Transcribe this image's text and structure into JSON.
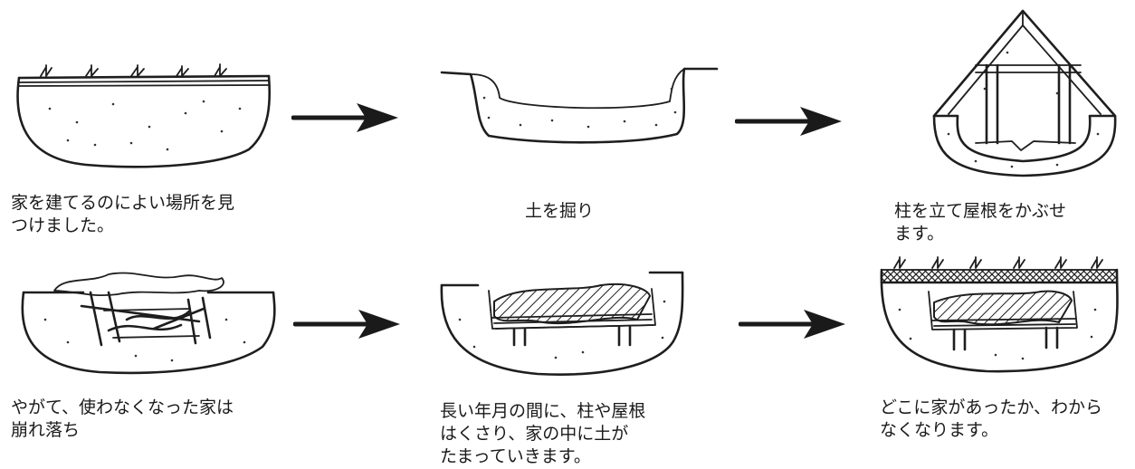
{
  "steps": [
    {
      "caption_lines": [
        "家を建てるのによい場所を見",
        "つけました。"
      ]
    },
    {
      "caption_lines": [
        "土を掘り"
      ]
    },
    {
      "caption_lines": [
        "柱を立て屋根をかぶせ",
        "ます。"
      ]
    },
    {
      "caption_lines": [
        "やがて、使わなくなった家は",
        "崩れ落ち"
      ]
    },
    {
      "caption_lines": [
        "長い年月の間に、柱や屋根",
        "はくさり、家の中に土が",
        "たまっていきます。"
      ]
    },
    {
      "caption_lines": [
        "どこに家があったか、わから",
        "なくなります。"
      ]
    }
  ],
  "arrow_icon": "right-arrow-icon"
}
